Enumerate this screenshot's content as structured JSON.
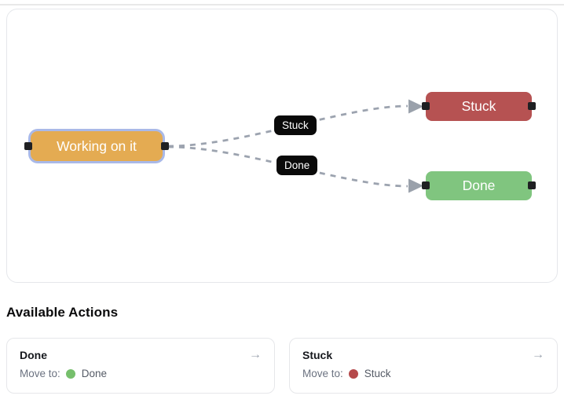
{
  "flow": {
    "nodes": [
      {
        "id": "working",
        "label": "Working on it",
        "fill": "#e4ab52",
        "selected": true,
        "ring_color": "#a9b9e8"
      },
      {
        "id": "stuck",
        "label": "Stuck",
        "fill": "#b65252",
        "selected": false
      },
      {
        "id": "done",
        "label": "Done",
        "fill": "#80c57f",
        "selected": false
      }
    ],
    "edges": [
      {
        "from": "working",
        "to": "stuck",
        "label": "Stuck"
      },
      {
        "from": "working",
        "to": "done",
        "label": "Done"
      }
    ],
    "edge_color": "#9ca3af",
    "handle_color": "#1f2023",
    "edge_label_bg": "#0a0a0a",
    "edge_label_text": "#ffffff",
    "canvas_border": "#e5e7eb"
  },
  "actions": {
    "heading": "Available Actions",
    "arrow_icon": "→",
    "items": [
      {
        "title": "Done",
        "move_label": "Move to:",
        "target": "Done",
        "dot_color": "#76bf6c"
      },
      {
        "title": "Stuck",
        "move_label": "Move to:",
        "target": "Stuck",
        "dot_color": "#b5494b"
      }
    ]
  }
}
